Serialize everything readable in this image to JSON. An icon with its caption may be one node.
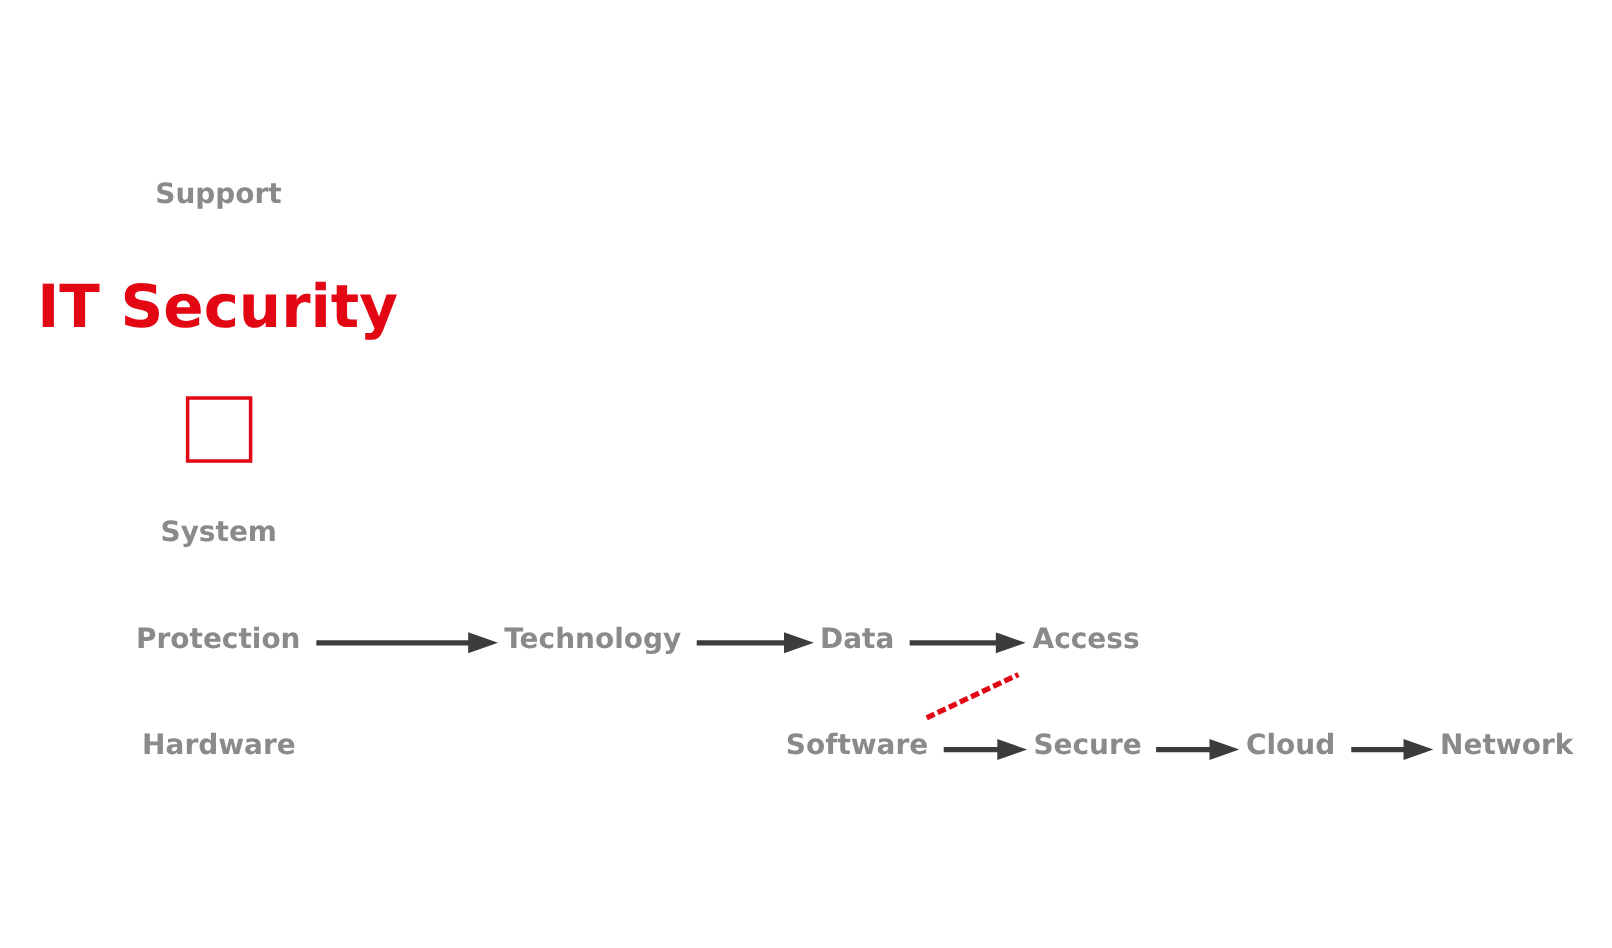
{
  "diagram": {
    "nodes": [
      {
        "text": [
          "Hardware"
        ]
      },
      {
        "text": [
          "Protection"
        ]
      },
      {
        "text": [
          "Software"
        ]
      },
      {
        "text": [
          "System"
        ]
      },
      {
        "text": [],
        "shape": "cross"
      },
      {
        "text": [
          "Data"
        ]
      },
      {
        "text": [
          "Cloud"
        ]
      },
      {
        "text": [
          "Technology"
        ]
      },
      {
        "text": [
          "Secure"
        ]
      },
      {
        "text": [
          "Access"
        ]
      },
      {
        "text": [
          "Network"
        ]
      }
    ],
    "edges": [
      {
        "from": 1,
        "to": 7,
        "arrow": "to"
      },
      {
        "from": 7,
        "to": 5,
        "arrow": "to"
      },
      {
        "from": 5,
        "to": 9,
        "arrow": "to"
      },
      {
        "from": 2,
        "to": 9,
        "arrow": "none",
        "style": "dashed",
        "color": "#e30613"
      },
      {
        "from": 2,
        "to": 8,
        "arrow": "to"
      },
      {
        "from": 8,
        "to": 6,
        "arrow": "to"
      },
      {
        "from": 6,
        "to": 10,
        "arrow": "to"
      }
    ],
    "labels": [
      "IT Security",
      "Support"
    ]
  }
}
